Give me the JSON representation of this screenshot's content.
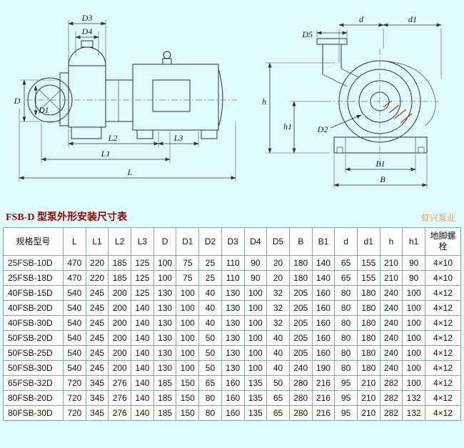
{
  "page": {
    "title": "FSB-D 型泵外形安装尺寸表",
    "brand": "虹兴泵业"
  },
  "colors": {
    "title_red": "#990000",
    "brand_orange": "#f0a05a",
    "hatch_red": "#cc3300",
    "background_cyan": "#dffbfb"
  },
  "labels": {
    "D3": "D3",
    "D4": "D4",
    "D": "D",
    "D1": "D1",
    "L2": "L2",
    "L3": "L3",
    "L1": "L1",
    "L": "L",
    "d": "d",
    "d1": "d1",
    "D5": "D5",
    "h": "h",
    "h1": "h1",
    "D2": "D2",
    "B1": "B1",
    "B": "B"
  },
  "table": {
    "headers": [
      "规格型号",
      "L",
      "L1",
      "L2",
      "L3",
      "D",
      "D1",
      "D2",
      "D3",
      "D4",
      "D5",
      "B",
      "B1",
      "d",
      "d1",
      "h",
      "h1",
      "地脚螺栓"
    ],
    "rows": [
      [
        "25FSB-10D",
        "470",
        "220",
        "185",
        "125",
        "100",
        "75",
        "25",
        "110",
        "90",
        "20",
        "180",
        "140",
        "65",
        "155",
        "210",
        "90",
        "4×10"
      ],
      [
        "25FSB-18D",
        "470",
        "220",
        "185",
        "125",
        "100",
        "75",
        "25",
        "110",
        "90",
        "20",
        "180",
        "140",
        "65",
        "155",
        "210",
        "90",
        "4×10"
      ],
      [
        "40FSB-15D",
        "540",
        "245",
        "200",
        "125",
        "130",
        "100",
        "40",
        "130",
        "100",
        "32",
        "205",
        "160",
        "80",
        "180",
        "240",
        "100",
        "4×12"
      ],
      [
        "40FSB-20D",
        "540",
        "245",
        "200",
        "140",
        "130",
        "100",
        "40",
        "130",
        "100",
        "32",
        "205",
        "160",
        "80",
        "180",
        "240",
        "100",
        "4×12"
      ],
      [
        "40FSB-30D",
        "540",
        "245",
        "200",
        "140",
        "130",
        "100",
        "40",
        "130",
        "100",
        "32",
        "205",
        "160",
        "80",
        "180",
        "240",
        "100",
        "4×12"
      ],
      [
        "50FSB-20D",
        "540",
        "245",
        "200",
        "140",
        "130",
        "100",
        "50",
        "130",
        "100",
        "40",
        "205",
        "160",
        "80",
        "180",
        "240",
        "100",
        "4×12"
      ],
      [
        "50FSB-25D",
        "540",
        "245",
        "200",
        "140",
        "130",
        "100",
        "50",
        "130",
        "100",
        "40",
        "205",
        "160",
        "80",
        "180",
        "240",
        "100",
        "4×12"
      ],
      [
        "50FSB-30D",
        "540",
        "245",
        "200",
        "140",
        "130",
        "100",
        "50",
        "130",
        "100",
        "40",
        "240",
        "190",
        "80",
        "180",
        "240",
        "100",
        "4×12"
      ],
      [
        "65FSB-32D",
        "720",
        "345",
        "276",
        "140",
        "185",
        "150",
        "65",
        "160",
        "135",
        "50",
        "280",
        "216",
        "95",
        "210",
        "282",
        "100",
        "4×12"
      ],
      [
        "80FSB-20D",
        "720",
        "345",
        "276",
        "140",
        "185",
        "150",
        "80",
        "160",
        "135",
        "65",
        "280",
        "216",
        "95",
        "210",
        "282",
        "132",
        "4×12"
      ],
      [
        "80FSB-30D",
        "720",
        "345",
        "276",
        "140",
        "185",
        "150",
        "80",
        "160",
        "135",
        "65",
        "280",
        "216",
        "95",
        "210",
        "282",
        "132",
        "4×12"
      ]
    ]
  }
}
